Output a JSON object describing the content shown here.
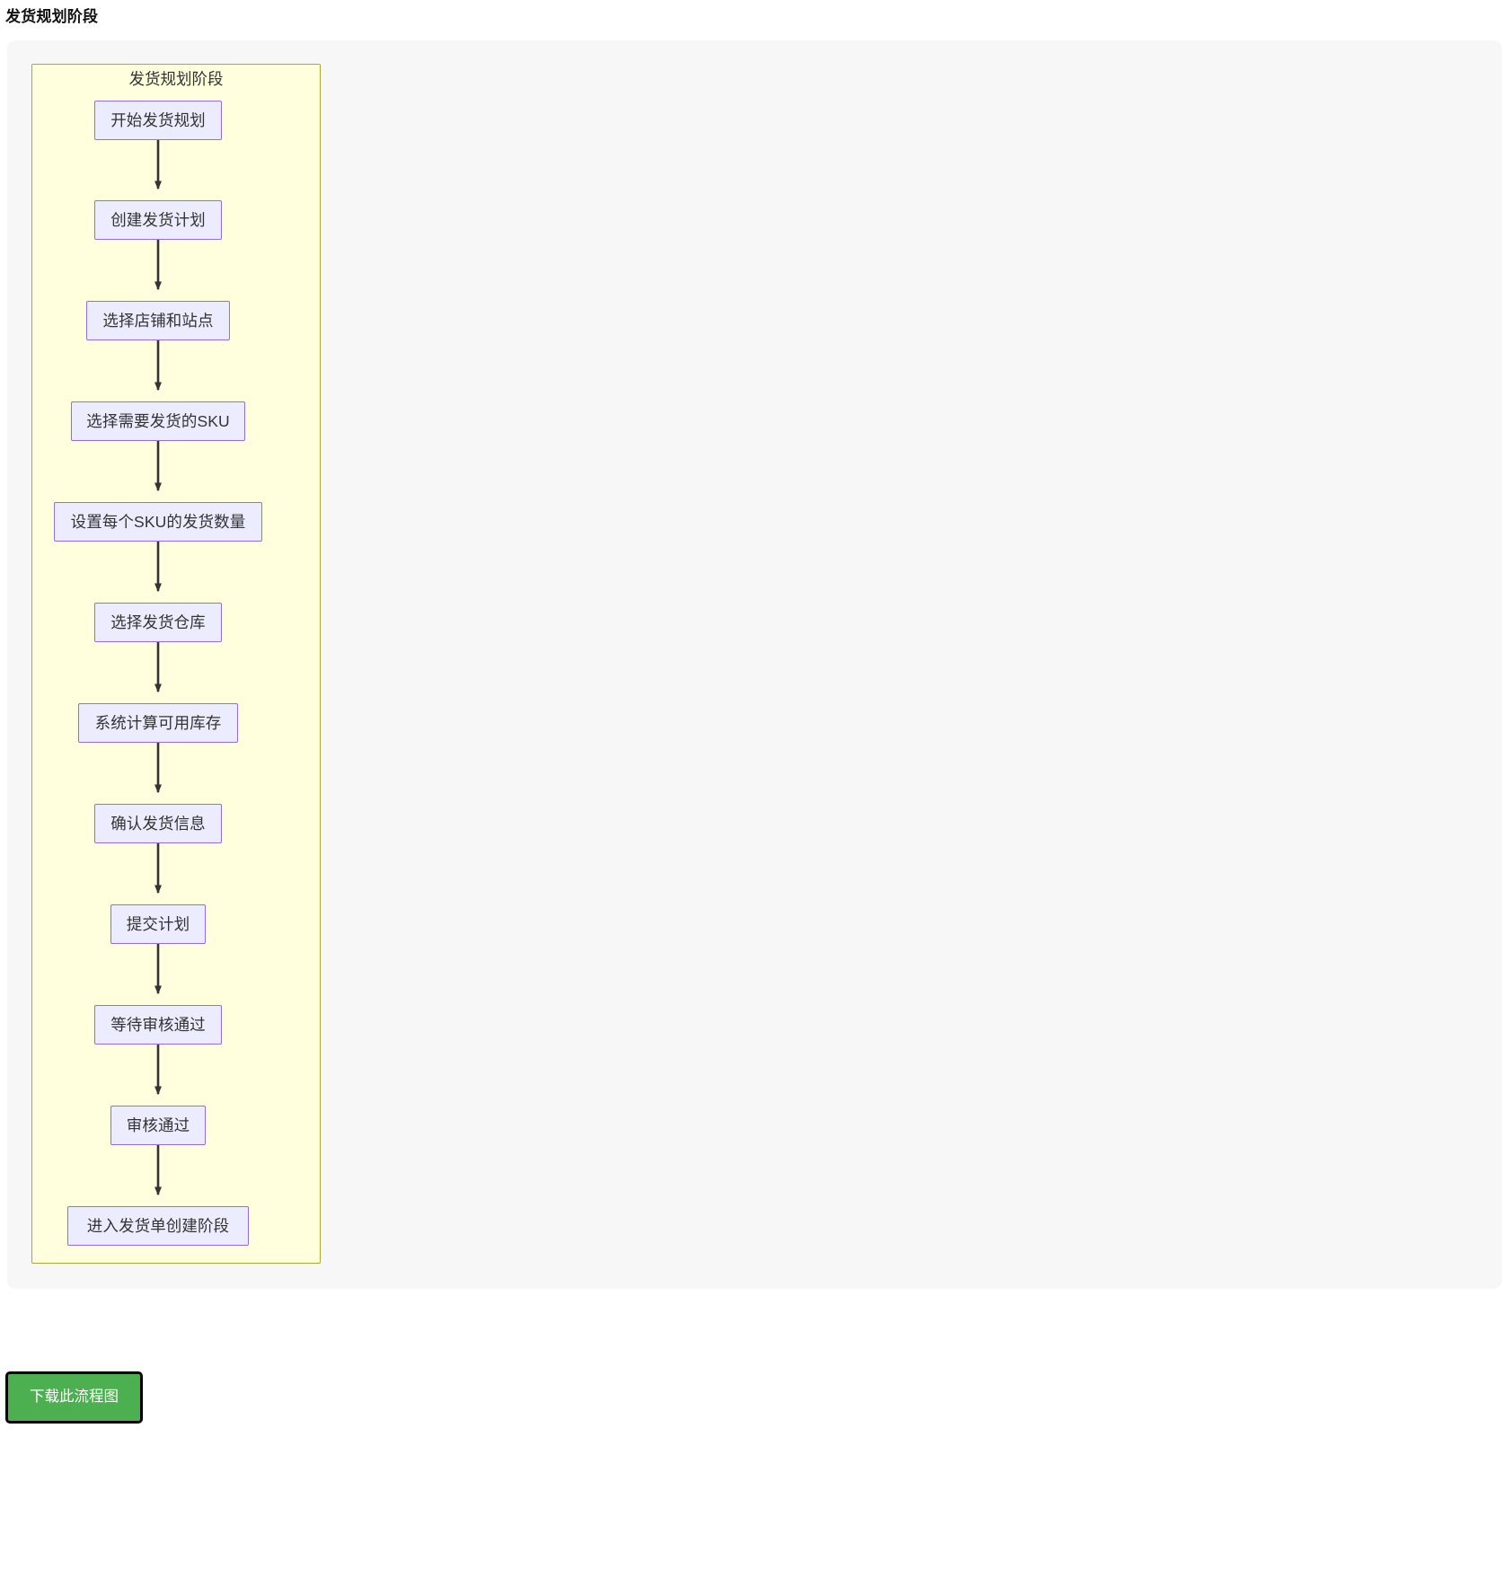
{
  "page": {
    "title": "发货规划阶段"
  },
  "diagram": {
    "type": "flowchart",
    "direction": "TD",
    "subgraph": {
      "label": "发货规划阶段",
      "fill": "#ffffde",
      "stroke": "#aaaa33"
    },
    "node_style": {
      "fill": "#ececff",
      "stroke": "#9370db",
      "text": "#333333"
    },
    "edge_style": {
      "stroke": "#333333",
      "arrow": "filled-triangle"
    },
    "nodes": [
      {
        "id": "n1",
        "label": "开始发货规划"
      },
      {
        "id": "n2",
        "label": "创建发货计划"
      },
      {
        "id": "n3",
        "label": "选择店铺和站点"
      },
      {
        "id": "n4",
        "label": "选择需要发货的SKU"
      },
      {
        "id": "n5",
        "label": "设置每个SKU的发货数量"
      },
      {
        "id": "n6",
        "label": "选择发货仓库"
      },
      {
        "id": "n7",
        "label": "系统计算可用库存"
      },
      {
        "id": "n8",
        "label": "确认发货信息"
      },
      {
        "id": "n9",
        "label": "提交计划"
      },
      {
        "id": "n10",
        "label": "等待审核通过"
      },
      {
        "id": "n11",
        "label": "审核通过"
      },
      {
        "id": "n12",
        "label": "进入发货单创建阶段"
      }
    ],
    "edges": [
      {
        "from": "n1",
        "to": "n2"
      },
      {
        "from": "n2",
        "to": "n3"
      },
      {
        "from": "n3",
        "to": "n4"
      },
      {
        "from": "n4",
        "to": "n5"
      },
      {
        "from": "n5",
        "to": "n6"
      },
      {
        "from": "n6",
        "to": "n7"
      },
      {
        "from": "n7",
        "to": "n8"
      },
      {
        "from": "n8",
        "to": "n9"
      },
      {
        "from": "n9",
        "to": "n10"
      },
      {
        "from": "n10",
        "to": "n11"
      },
      {
        "from": "n11",
        "to": "n12"
      }
    ]
  },
  "actions": {
    "download_label": "下载此流程图",
    "download_color": "#4caf50"
  }
}
